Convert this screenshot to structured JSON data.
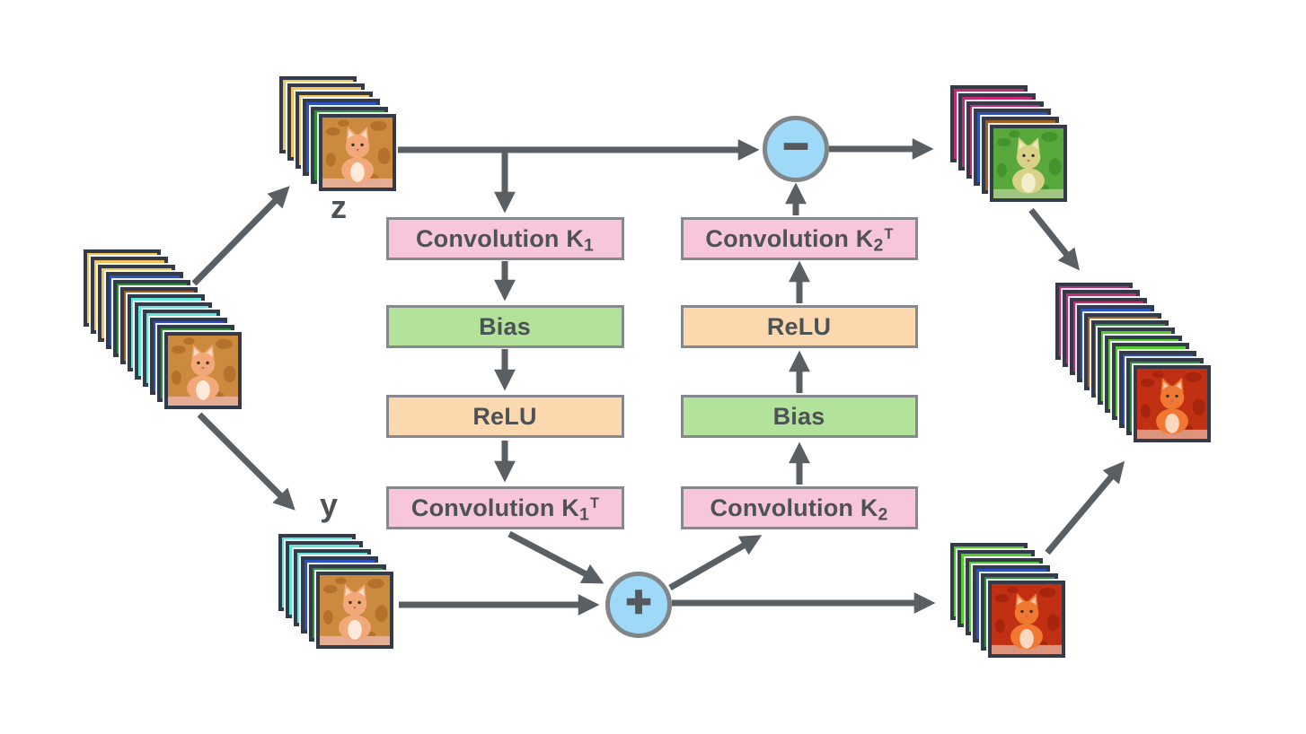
{
  "labels": {
    "z": "z",
    "y": "y"
  },
  "operators": {
    "minus": "−",
    "plus": "+"
  },
  "boxes": {
    "conv_k1": {
      "base": "Convolution K",
      "sub": "1",
      "sup": ""
    },
    "bias_left": {
      "base": "Bias",
      "sub": "",
      "sup": ""
    },
    "relu_left": {
      "base": "ReLU",
      "sub": "",
      "sup": ""
    },
    "conv_k1t": {
      "base": "Convolution K",
      "sub": "1",
      "sup": "T"
    },
    "conv_k2t": {
      "base": "Convolution K",
      "sub": "2",
      "sup": "T"
    },
    "relu_right": {
      "base": "ReLU",
      "sub": "",
      "sup": ""
    },
    "bias_right": {
      "base": "Bias",
      "sub": "",
      "sup": ""
    },
    "conv_k2": {
      "base": "Convolution K",
      "sub": "2",
      "sup": ""
    }
  },
  "colors": {
    "box_pink": "#f8c6da",
    "box_green": "#b3e29a",
    "box_peach": "#fbd8ad",
    "box_border": "#85898d",
    "box_text": "#4c5256",
    "arrow": "#5a5f64",
    "circle_fill": "#9ed9f8",
    "circle_border": "#808588",
    "circle_sign": "#54595e",
    "card_border": "#333b4b",
    "layers": {
      "yellow": "#f5c35a",
      "cyan": "#63e6da",
      "blue": "#2a52c4",
      "green": "#2e9139",
      "orange": "#a35d1e",
      "magenta": "#c92a6e",
      "lime": "#53cc30"
    },
    "cats": {
      "orange": {
        "bg": "#cc8a3f",
        "accent": "#a05818",
        "fur": "#f2a878",
        "chest": "#fdeada",
        "ground": "#e8b09c"
      },
      "green": {
        "bg": "#58a83c",
        "accent": "#2f7f22",
        "fur": "#d8d288",
        "chest": "#f2eecc",
        "ground": "#a8c888"
      },
      "red": {
        "bg": "#c23014",
        "accent": "#8f1c08",
        "fur": "#f07830",
        "chest": "#fcd8c0",
        "ground": "#e0a088"
      }
    }
  },
  "stacks": {
    "input": {
      "layers": [
        "yellow",
        "yellow",
        "yellow",
        "blue",
        "green",
        "orange",
        "cyan",
        "cyan",
        "cyan",
        "blue",
        "green",
        "cat_orange"
      ]
    },
    "z": {
      "layers": [
        "yellow",
        "yellow",
        "yellow",
        "blue",
        "green",
        "cat_orange"
      ]
    },
    "y": {
      "layers": [
        "cyan",
        "cyan",
        "cyan",
        "blue",
        "green",
        "cat_orange"
      ]
    },
    "top_right": {
      "layers": [
        "magenta",
        "magenta",
        "magenta",
        "blue",
        "orange",
        "cat_green"
      ]
    },
    "bottom_right": {
      "layers": [
        "lime",
        "lime",
        "lime",
        "blue",
        "green",
        "cat_red"
      ]
    },
    "far_right": {
      "layers": [
        "magenta",
        "magenta",
        "magenta",
        "blue",
        "orange",
        "green",
        "lime",
        "lime",
        "lime",
        "blue",
        "green",
        "cat_red"
      ]
    }
  }
}
